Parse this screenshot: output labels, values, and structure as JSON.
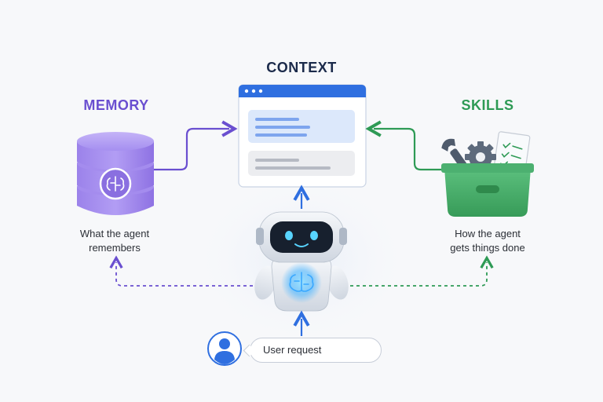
{
  "colors": {
    "memory": "#6a4fd0",
    "context": "#2f6fe0",
    "skills": "#2e9a55",
    "flow": "#2f6fe0"
  },
  "memory": {
    "title": "MEMORY",
    "caption_line1": "What the agent",
    "caption_line2": "remembers",
    "icon": "database-brain-icon"
  },
  "context": {
    "title": "CONTEXT",
    "icon": "browser-window-icon"
  },
  "skills": {
    "title": "SKILLS",
    "caption_line1": "How the agent",
    "caption_line2": "gets things done",
    "icon": "toolbox-icon"
  },
  "agent": {
    "icon": "robot-icon"
  },
  "request": {
    "label": "User request",
    "icon": "user-avatar-icon"
  }
}
